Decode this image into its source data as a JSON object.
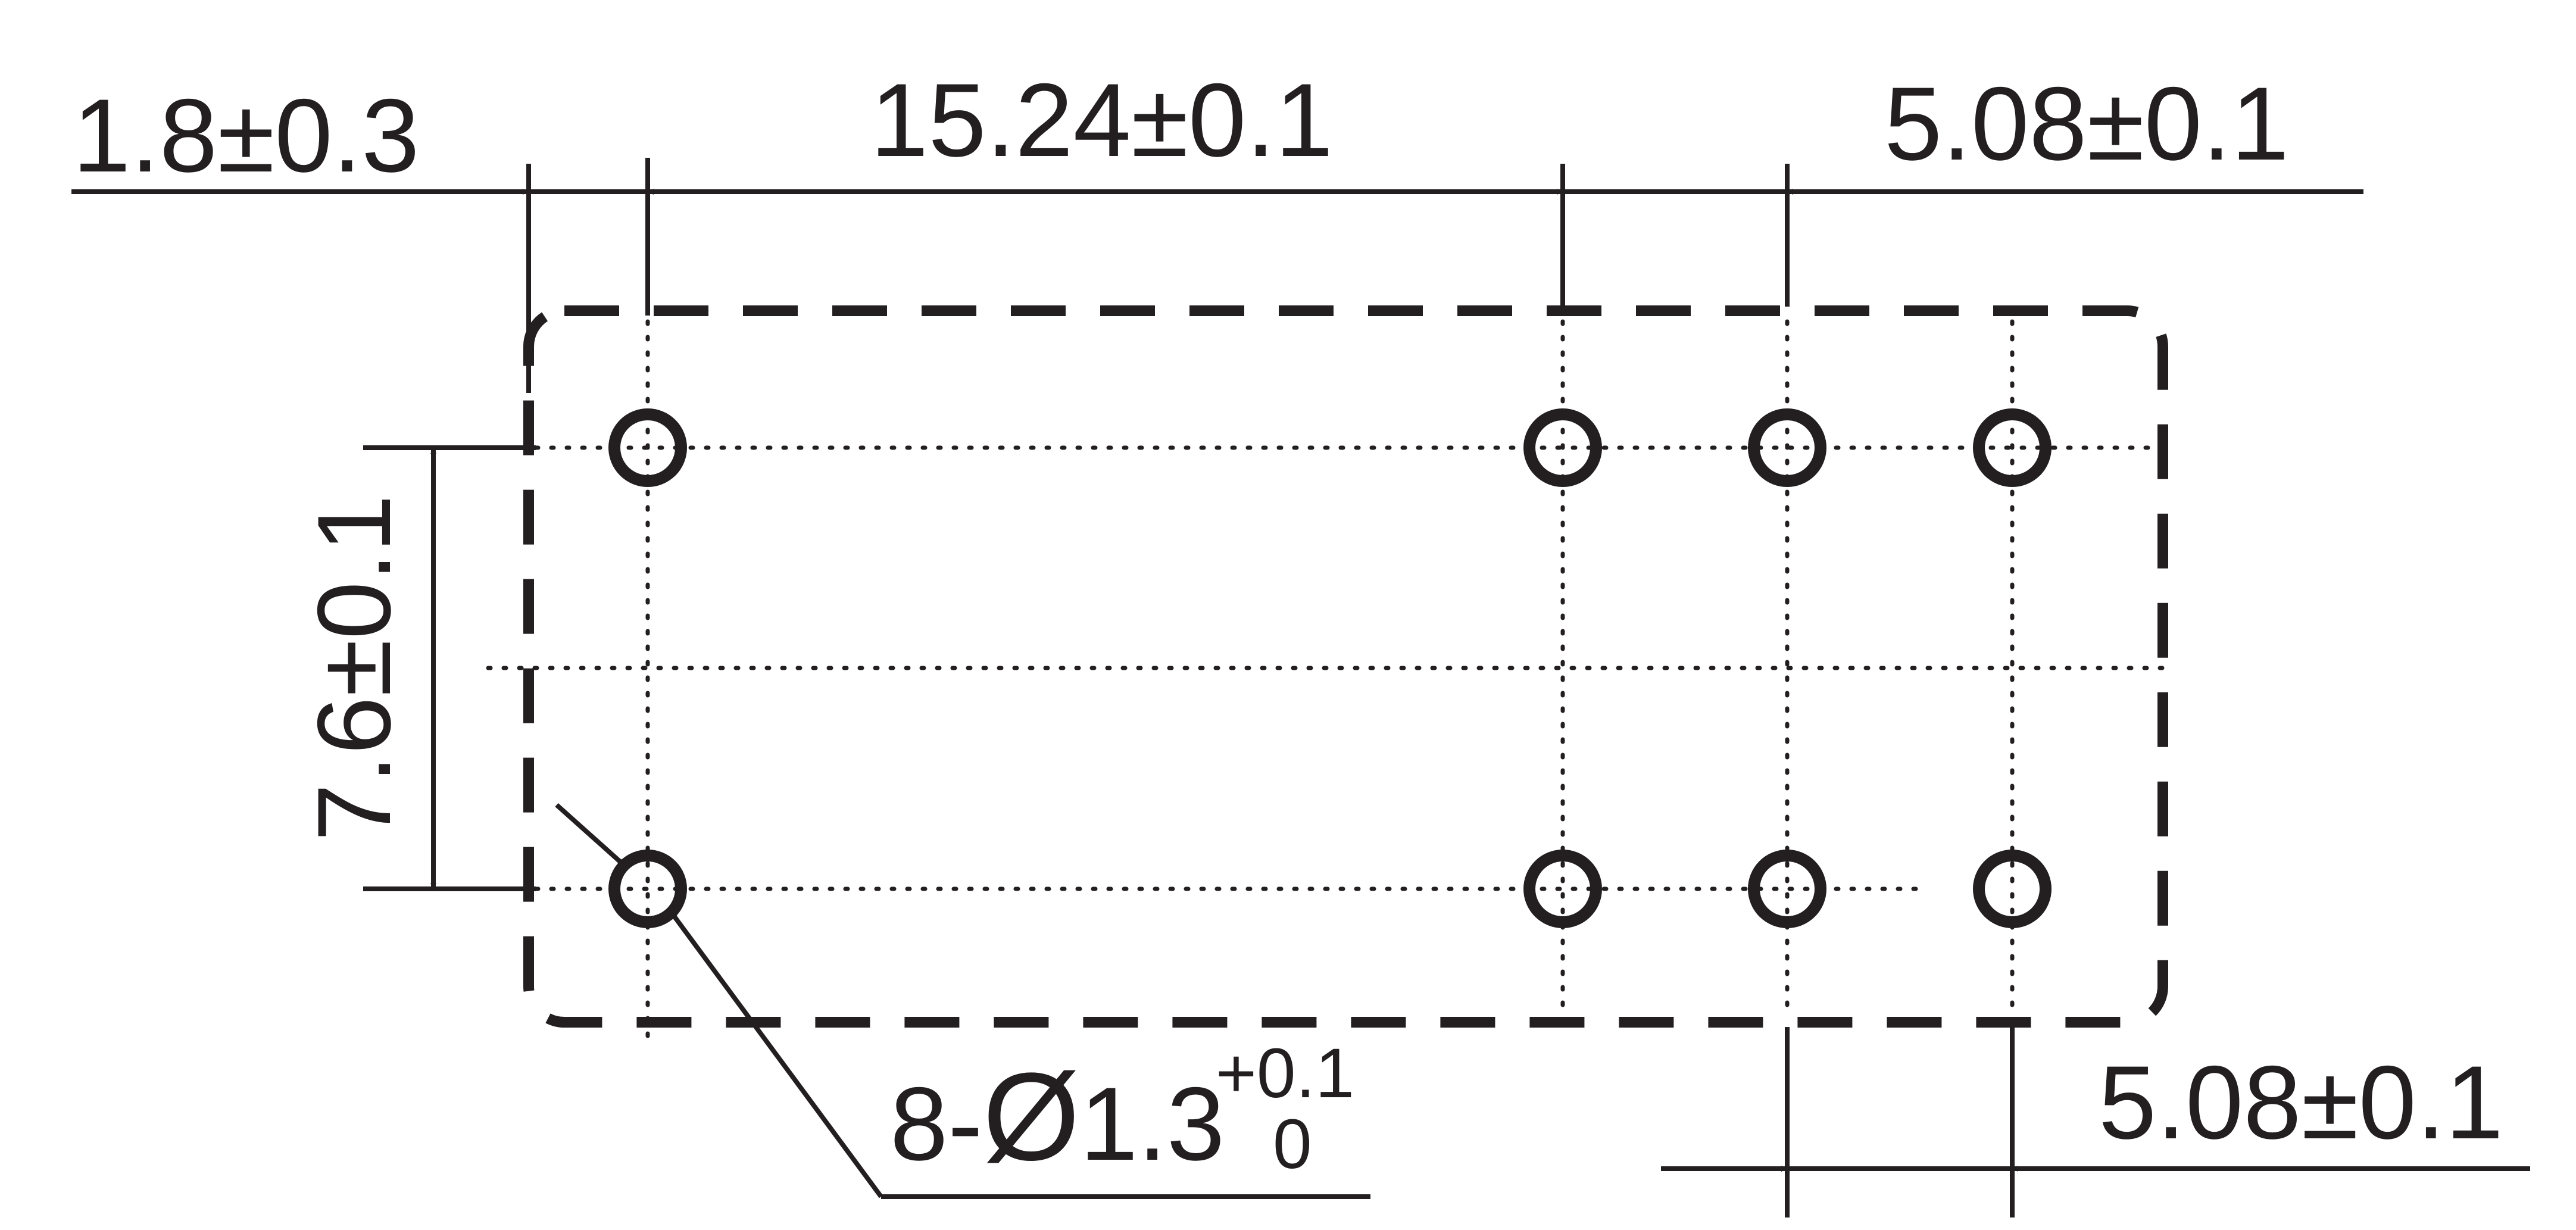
{
  "drawing": {
    "ink_color": "#231f20",
    "background": "#ffffff",
    "dimensions": {
      "top_left_offset": "1.8±0.3",
      "pin_span": "15.24±0.1",
      "top_right_pitch": "5.08±0.1",
      "row_spacing": "7.6±0.1",
      "bottom_right_pitch": "5.08±0.1"
    },
    "hole_callout": {
      "prefix": "8-",
      "diameter_symbol": "Ø",
      "nominal": "1.3",
      "upper_tolerance": "+0.1",
      "lower_tolerance": "0"
    }
  }
}
